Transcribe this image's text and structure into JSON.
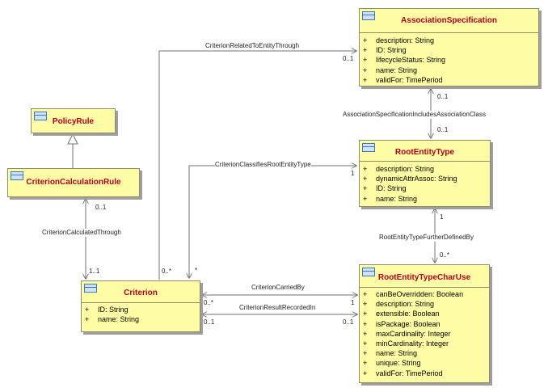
{
  "classes": {
    "association_specification": {
      "name": "AssociationSpecification",
      "attributes": [
        {
          "vis": "+",
          "text": "description: String"
        },
        {
          "vis": "+",
          "text": "ID: String"
        },
        {
          "vis": "+",
          "text": "lifecycleStatus: String"
        },
        {
          "vis": "+",
          "text": "name: String"
        },
        {
          "vis": "+",
          "text": "validFor: TimePeriod"
        }
      ]
    },
    "policy_rule": {
      "name": "PolicyRule",
      "attributes": []
    },
    "criterion_calculation_rule": {
      "name": "CriterionCalculationRule",
      "attributes": []
    },
    "root_entity_type": {
      "name": "RootEntityType",
      "attributes": [
        {
          "vis": "+",
          "text": "description: String"
        },
        {
          "vis": "+",
          "text": "dynamicAttrAssoc: String"
        },
        {
          "vis": "+",
          "text": "ID: String"
        },
        {
          "vis": "+",
          "text": "name: String"
        }
      ]
    },
    "criterion": {
      "name": "Criterion",
      "attributes": [
        {
          "vis": "+",
          "text": "ID: String"
        },
        {
          "vis": "+",
          "text": "name: String"
        }
      ]
    },
    "root_entity_type_char_use": {
      "name": "RootEntityTypeCharUse",
      "attributes": [
        {
          "vis": "+",
          "text": "canBeOverridden: Boolean"
        },
        {
          "vis": "+",
          "text": "description: String"
        },
        {
          "vis": "+",
          "text": "extensible: Boolean"
        },
        {
          "vis": "+",
          "text": "isPackage: Boolean"
        },
        {
          "vis": "+",
          "text": "maxCardinality: Integer"
        },
        {
          "vis": "+",
          "text": "minCardinality: Integer"
        },
        {
          "vis": "+",
          "text": "name: String"
        },
        {
          "vis": "+",
          "text": "unique: String"
        },
        {
          "vis": "+",
          "text": "validFor: TimePeriod"
        }
      ]
    }
  },
  "associations": {
    "related_to_entity": {
      "label": "CriterionRelatedToEntityThrough",
      "source_mult": "0..*",
      "target_mult": "0..1"
    },
    "classifies_root": {
      "label": "CriterionClassifiesRootEntityType",
      "source_mult": "*",
      "target_mult": "1"
    },
    "calculated_through": {
      "label": "CriterionCalculatedThrough",
      "top_mult": "0..1",
      "bottom_mult": "1..1"
    },
    "includes_assoc_class": {
      "label": "AssociationSpecificationIncludesAssociationClass",
      "top_mult": "0..1",
      "bottom_mult": "0..1"
    },
    "further_defined_by": {
      "label": "RootEntityTypeFurtherDefinedBy",
      "top_mult": "1",
      "bottom_mult": "0..*"
    },
    "carried_by": {
      "label": "CriterionCarriedBy",
      "source_mult": "0..*",
      "target_mult": "1"
    },
    "result_recorded_in": {
      "label": "CriterionResultRecordedIn",
      "source_mult": "0..1",
      "target_mult": "0..1"
    }
  },
  "colors": {
    "class_fill": "#fefca4",
    "class_name": "#b0001e",
    "line": "#707070"
  }
}
